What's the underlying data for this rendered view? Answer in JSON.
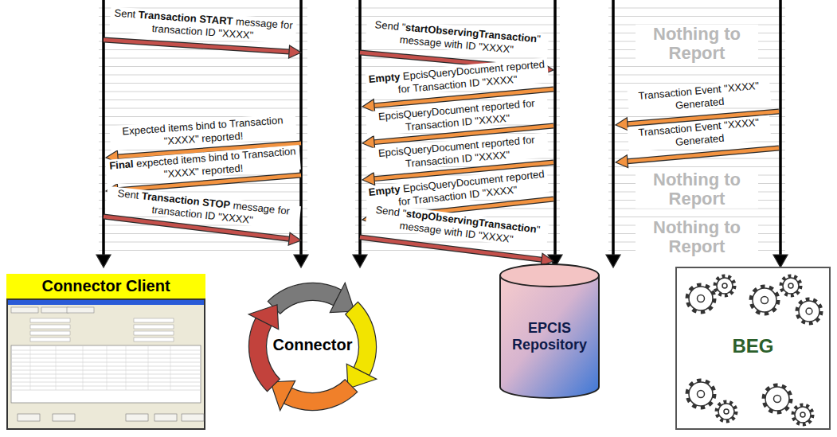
{
  "diagram": {
    "nodes": [
      {
        "text": [
          "Connector Client"
        ]
      },
      {
        "text": [
          "Connector"
        ]
      },
      {
        "text": [
          "EPCIS Repository"
        ]
      },
      {
        "text": [
          "BEG"
        ]
      }
    ],
    "labels": [
      "Sent Transaction START message for transaction ID \"XXXX\"",
      "Expected items bind to Transaction \"XXXX\" reported!",
      "Final expected items bind to Transaction \"XXXX\" reported!",
      "Sent Transaction STOP message for transaction ID \"XXXX\"",
      "Send \"startObservingTransaction\" message with ID \"XXXX\"",
      "Empty EpcisQueryDocument reported for Transaction ID \"XXXX\"",
      "EpcisQueryDocument reported for Transaction ID \"XXXX\"",
      "EpcisQueryDocument reported for Transaction ID \"XXXX\"",
      "Empty EpcisQueryDocument reported for Transaction ID \"XXXX\"",
      "Send \"stopObservingTransaction\" message with ID \"XXXX\"",
      "Nothing to Report",
      "Transaction Event \"XXXX\" Generated",
      "Transaction Event \"XXXX\" Generated",
      "Nothing to Report",
      "Nothing to Report"
    ]
  }
}
